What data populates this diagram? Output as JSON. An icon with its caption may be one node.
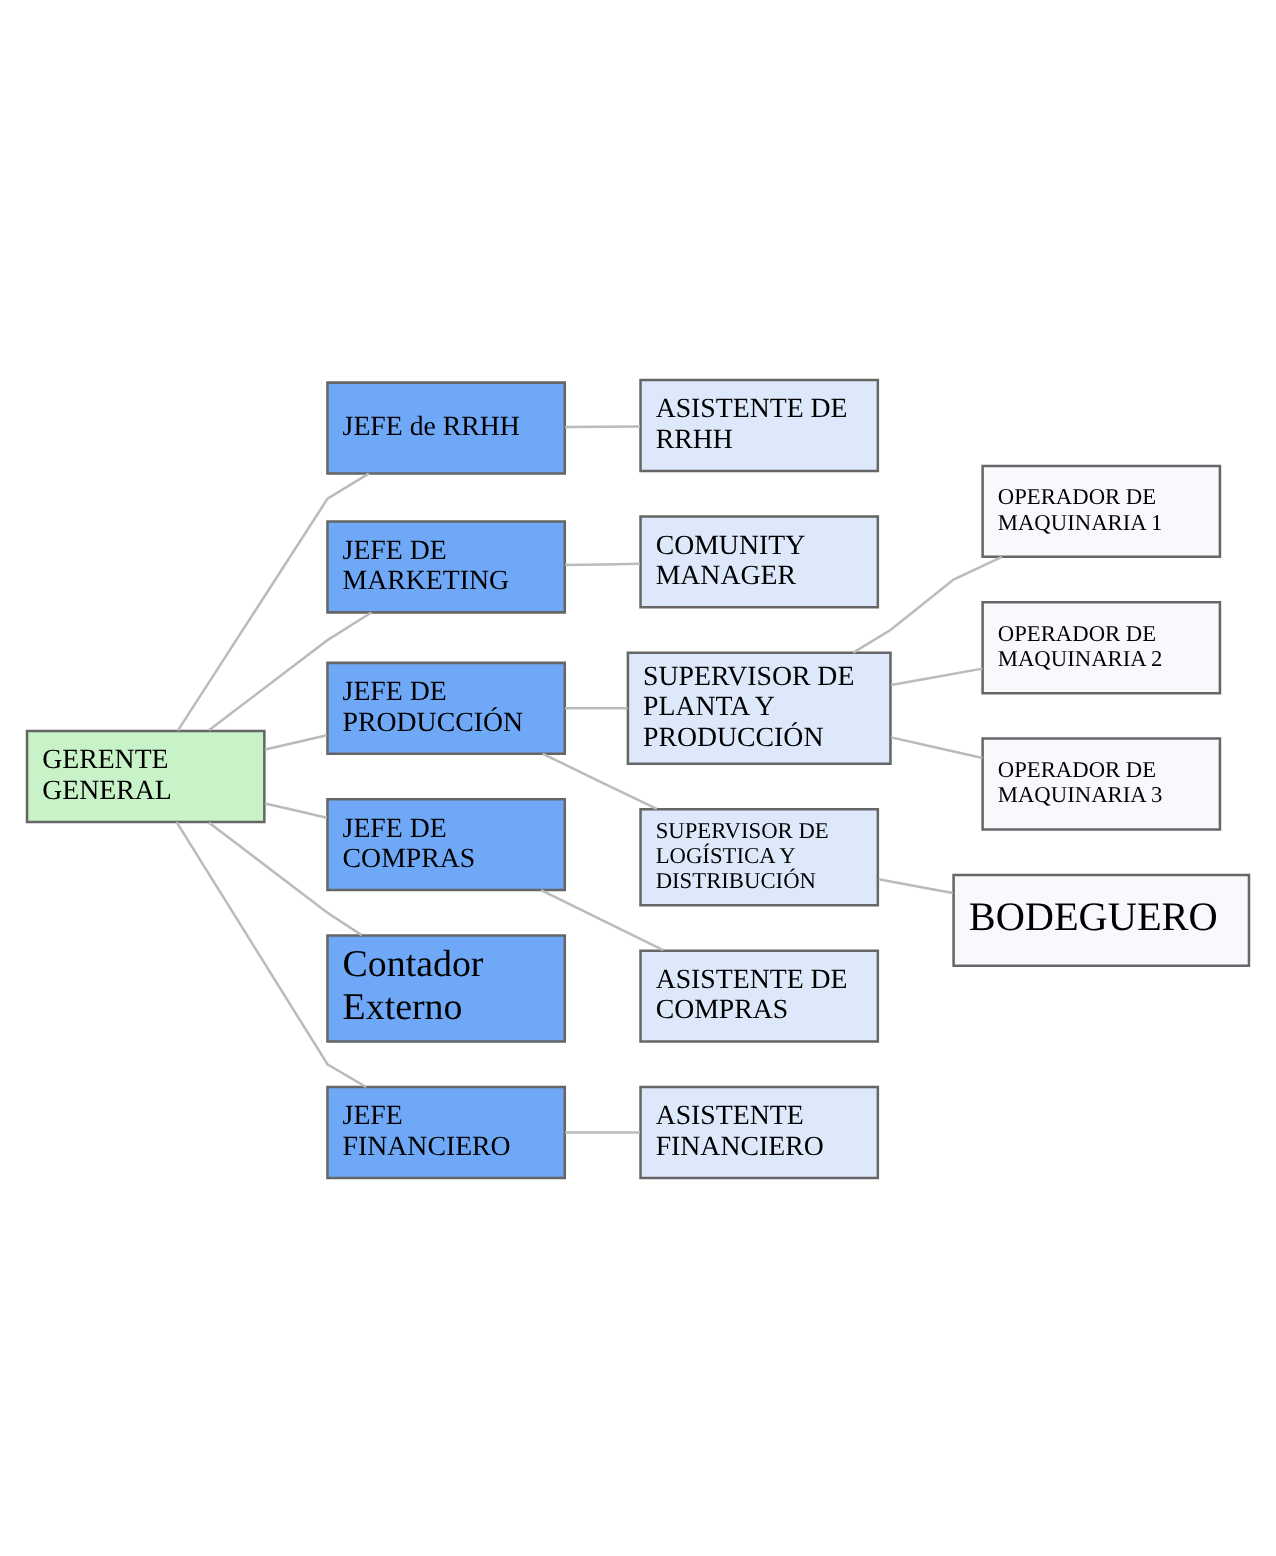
{
  "diagram": {
    "nodes": [
      {
        "text": [
          "GERENTE GENERAL"
        ]
      },
      {
        "text": [
          "JEFE de RRHH"
        ]
      },
      {
        "text": [
          "ASISTENTE DE RRHH"
        ]
      },
      {
        "text": [
          "JEFE DE MARKETING"
        ]
      },
      {
        "text": [
          "COMUNITY MANAGER"
        ]
      },
      {
        "text": [
          "JEFE DE PRODUCCIÓN"
        ]
      },
      {
        "text": [
          "SUPERVISOR DE PLANTA Y PRODUCCIÓN"
        ]
      },
      {
        "text": [
          "OPERADOR DE MAQUINARIA 1"
        ]
      },
      {
        "text": [
          "OPERADOR DE MAQUINARIA 2"
        ]
      },
      {
        "text": [
          "OPERADOR DE MAQUINARIA 3"
        ]
      },
      {
        "text": [
          "SUPERVISOR DE LOGÍSTICA Y DISTRIBUCIÓN"
        ]
      },
      {
        "text": [
          "BODEGUERO"
        ]
      },
      {
        "text": [
          "JEFE DE COMPRAS"
        ]
      },
      {
        "text": [
          "ASISTENTE DE COMPRAS"
        ]
      },
      {
        "text": [
          "Contador Externo"
        ]
      },
      {
        "text": [
          "JEFE FINANCIERO"
        ]
      },
      {
        "text": [
          "ASISTENTE FINANCIERO"
        ]
      }
    ],
    "edges": [
      {
        "from": 0,
        "to": 1,
        "arrow": "none"
      },
      {
        "from": 1,
        "to": 2,
        "arrow": "none"
      },
      {
        "from": 0,
        "to": 3,
        "arrow": "none"
      },
      {
        "from": 3,
        "to": 4,
        "arrow": "none"
      },
      {
        "from": 0,
        "to": 5,
        "arrow": "none"
      },
      {
        "from": 5,
        "to": 6,
        "arrow": "none"
      },
      {
        "from": 6,
        "to": 7,
        "arrow": "none"
      },
      {
        "from": 6,
        "to": 8,
        "arrow": "none"
      },
      {
        "from": 6,
        "to": 9,
        "arrow": "none"
      },
      {
        "from": 5,
        "to": 10,
        "arrow": "none"
      },
      {
        "from": 10,
        "to": 11,
        "arrow": "none"
      },
      {
        "from": 0,
        "to": 12,
        "arrow": "none"
      },
      {
        "from": 12,
        "to": 13,
        "arrow": "none"
      },
      {
        "from": 0,
        "to": 14,
        "arrow": "none"
      },
      {
        "from": 0,
        "to": 15,
        "arrow": "none"
      },
      {
        "from": 15,
        "to": 16,
        "arrow": "none"
      }
    ]
  }
}
